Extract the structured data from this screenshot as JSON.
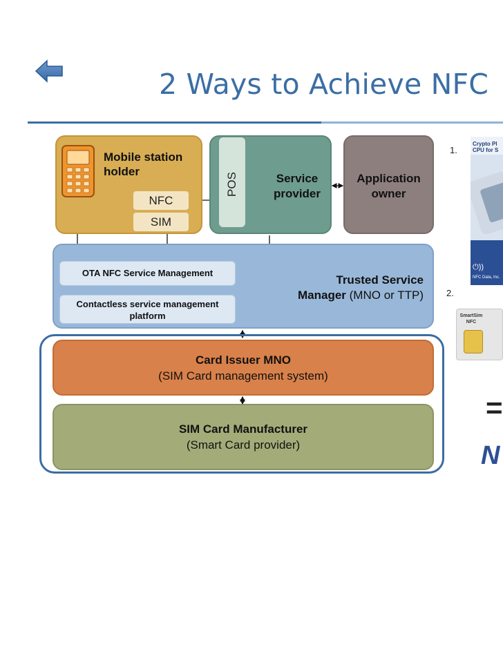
{
  "page": {
    "title": "2 Ways to Achieve NFC"
  },
  "diagram": {
    "mobile_station": "Mobile station holder",
    "nfc": "NFC",
    "sim": "SIM",
    "pos": "POS",
    "service_provider": "Service provider",
    "application_owner": "Application owner",
    "ota": "OTA NFC Service Management",
    "contactless_platform": "Contactless service management platform",
    "tsm_bold": "Trusted Service",
    "tsm_line2_bold": "Manager",
    "tsm_line2_rest": " (MNO or TTP)",
    "issuer_title": "Card Issuer MNO",
    "issuer_sub": "(SIM Card management system)",
    "mfr_title": "SIM Card Manufacturer",
    "mfr_sub": "(Smart Card provider)"
  },
  "side": {
    "item1_number": "1.",
    "item2_number": "2.",
    "card1_text_line1": "Crypto Pl",
    "card1_text_line2": "CPU for S",
    "card1_footer": "NFC Data, Inc.",
    "smartsim_line1": "SmartSim",
    "smartsim_line2": "NFC",
    "equals": "=",
    "logo_fragment": "N"
  },
  "icons": {
    "back": "back-arrow-icon",
    "phone": "mobile-phone-icon"
  },
  "colors": {
    "title": "#3b6ea5",
    "mobile_box": "#d8ad54",
    "service_box": "#6e9c8e",
    "app_owner_box": "#8d7f7d",
    "tsm_box": "#99b8d9",
    "issuer_box": "#d9814a",
    "manufacturer_box": "#a3ac78",
    "frame": "#3c6ca3"
  }
}
